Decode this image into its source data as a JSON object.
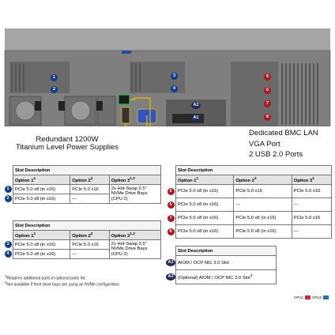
{
  "slots": {
    "b1": "1",
    "b2": "2",
    "b3": "3",
    "b4": "4",
    "r5": "5",
    "r6": "6",
    "r7": "7",
    "r8": "8",
    "a1": "A1",
    "a2": "A2"
  },
  "annotations": {
    "psu_line1": "Redundant  1200W",
    "psu_line2": "Titanium  Level Power Supplies",
    "bmc": "Dedicated BMC LAN",
    "vga": "VGA Port",
    "usb": "2 USB 2.0 Ports"
  },
  "table_headers": {
    "slot_description": "Slot Description",
    "option1": "Option 1",
    "option2": "Option 2",
    "option3": "Option 3",
    "sup1": "1",
    "sup2": "2",
    "sup12": "1,2"
  },
  "table1": {
    "rows": [
      {
        "num": "1",
        "o1": "PCIe 5.0 x8 (in x16)",
        "o2": "PCIe 5.0 x16",
        "o3a": "2x Hot-Swap 2.5\"",
        "o3b": "NVMe Drive Bays",
        "o3c": "(CPU 2)"
      },
      {
        "num": "2",
        "o1": "PCIe 5.0 x8 (in x16)",
        "o2": "---"
      }
    ]
  },
  "table2": {
    "rows": [
      {
        "num": "3",
        "o1": "PCIe 5.0 x8 (in x16)",
        "o2": "PCIe 5.0 x16",
        "o3a": "2x Hot-Swap 2.5\"",
        "o3b": "NVMe Drive Bays",
        "o3c": "(CPU 2)"
      },
      {
        "num": "4",
        "o1": "PCIe 5.0 x8 (in x16)",
        "o2": "---"
      }
    ]
  },
  "table3": {
    "rows": [
      {
        "num": "5",
        "o1": "PCIe 5.0 x8 (in x16)",
        "o2": "PCIe 5.0 x16",
        "o3": "PCIe 5.0 x16"
      },
      {
        "num": "6",
        "o1": "PCIe 5.0 x8 (in x16)",
        "o2": "---",
        "o3": "---"
      },
      {
        "num": "7",
        "o1": "PCIe 5.0 x8 (in x16)",
        "o2": "PCIe 5.0 x8 (in x16)",
        "o3": "PCIe 5.0 x16"
      },
      {
        "num": "8",
        "o1": "PCIe 5.0 x8 (in x16)",
        "o2": "PCIe 5.0 x8 (in x16)",
        "o3": "---"
      }
    ]
  },
  "table4": {
    "rows": [
      {
        "num": "A1",
        "desc": "AIOM / OCP NIC 3.0 Slot"
      },
      {
        "num": "A2",
        "desc": "(Optional) AIOM / OCP NIC 3.0 Slot"
      }
    ],
    "a2_sup": "3"
  },
  "footnotes": {
    "f1": "Requires additional parts in optional parts list",
    "f2": "Not available if front drive bays are using an NVMe configuration",
    "f1_mark": "1",
    "f2_mark": "2"
  },
  "legend": {
    "cpu1": "CPU1",
    "cpu2": "CPU2",
    "cpu1_color": "#d9262e",
    "cpu2_color": "#1f72b8"
  }
}
